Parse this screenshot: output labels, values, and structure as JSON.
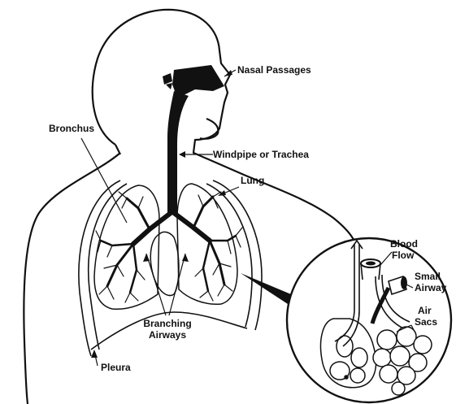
{
  "labels": {
    "nasal_passages": "Nasal Passages",
    "bronchus": "Bronchus",
    "windpipe": "Windpipe or Trachea",
    "lung": "Lung",
    "blood_flow_1": "Blood",
    "blood_flow_2": "Flow",
    "small_airway_1": "Small",
    "small_airway_2": "Airway",
    "air_sacs_1": "Air",
    "air_sacs_2": "Sacs",
    "branching_airways_1": "Branching",
    "branching_airways_2": "Airways",
    "pleura": "Pleura"
  },
  "colors": {
    "ink": "#111111",
    "paper": "#ffffff"
  }
}
